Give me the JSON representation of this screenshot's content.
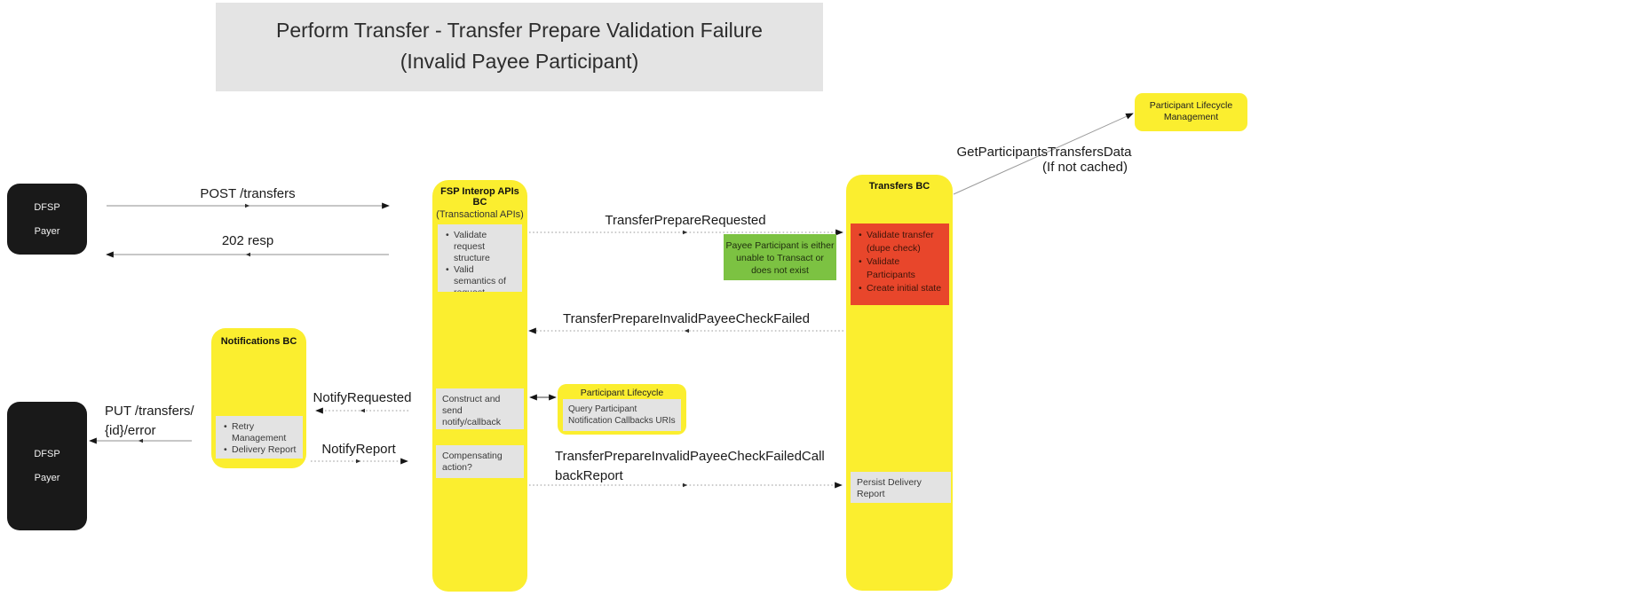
{
  "title": {
    "lines": [
      "Perform Transfer - Transfer Prepare Validation Failure",
      "(Invalid Payee Participant)"
    ]
  },
  "actors": {
    "payer_top": {
      "lines": [
        "DFSP",
        "Payer"
      ]
    },
    "payer_bottom": {
      "lines": [
        "DFSP",
        "Payer"
      ]
    }
  },
  "lanes": {
    "fsp_interop": {
      "title": "FSP Interop APIs BC",
      "subtitle": "(Transactional APIs)",
      "validate_note": {
        "items": [
          "Validate request structure",
          "Valid semantics of request"
        ]
      },
      "construct_note": "Construct and send notify/callback request",
      "compensating_note": "Compensating action?"
    },
    "transfers": {
      "title": "Transfers BC",
      "validate_note": {
        "items": [
          "Validate transfer (dupe check)",
          "Validate Participants",
          "Create initial state"
        ]
      },
      "persist_note": "Persist Delivery Report"
    },
    "notifications": {
      "title": "Notifications BC",
      "note": {
        "items": [
          "Retry Management",
          "Delivery Report"
        ]
      }
    }
  },
  "boxes": {
    "participant_lifecycle_management": {
      "lines": [
        "Participant Lifecycle",
        "Management"
      ]
    },
    "participant_lifecycle": {
      "title": "Participant Lifecycle",
      "note_lines": [
        "Query Participant",
        "Notification Callbacks URIs"
      ]
    },
    "payee_note": {
      "lines": [
        "Payee Participant is either",
        "unable to Transact or",
        "does not exist"
      ]
    }
  },
  "messages": {
    "post_transfers": "POST /transfers",
    "resp_202": "202 resp",
    "transfer_prepare_requested": "TransferPrepareRequested",
    "get_participants": {
      "line1": "GetParticipantsTransfersData",
      "line2": "(If not cached)"
    },
    "check_failed": "TransferPrepareInvalidPayeeCheckFailed",
    "notify_requested": "NotifyRequested",
    "notify_report": "NotifyReport",
    "callback_report": "TransferPrepareInvalidPayeeCheckFailedCallbackReport",
    "put_error": {
      "line1": "PUT /transfers/",
      "line2": "{id}/error"
    }
  },
  "colors": {
    "lane_yellow": "#FBEE2F",
    "note_gray": "#E3E3E3",
    "error_red": "#E8462B",
    "ok_green": "#7CC242",
    "actor_black": "#191919",
    "banner_gray": "#E4E4E4"
  }
}
